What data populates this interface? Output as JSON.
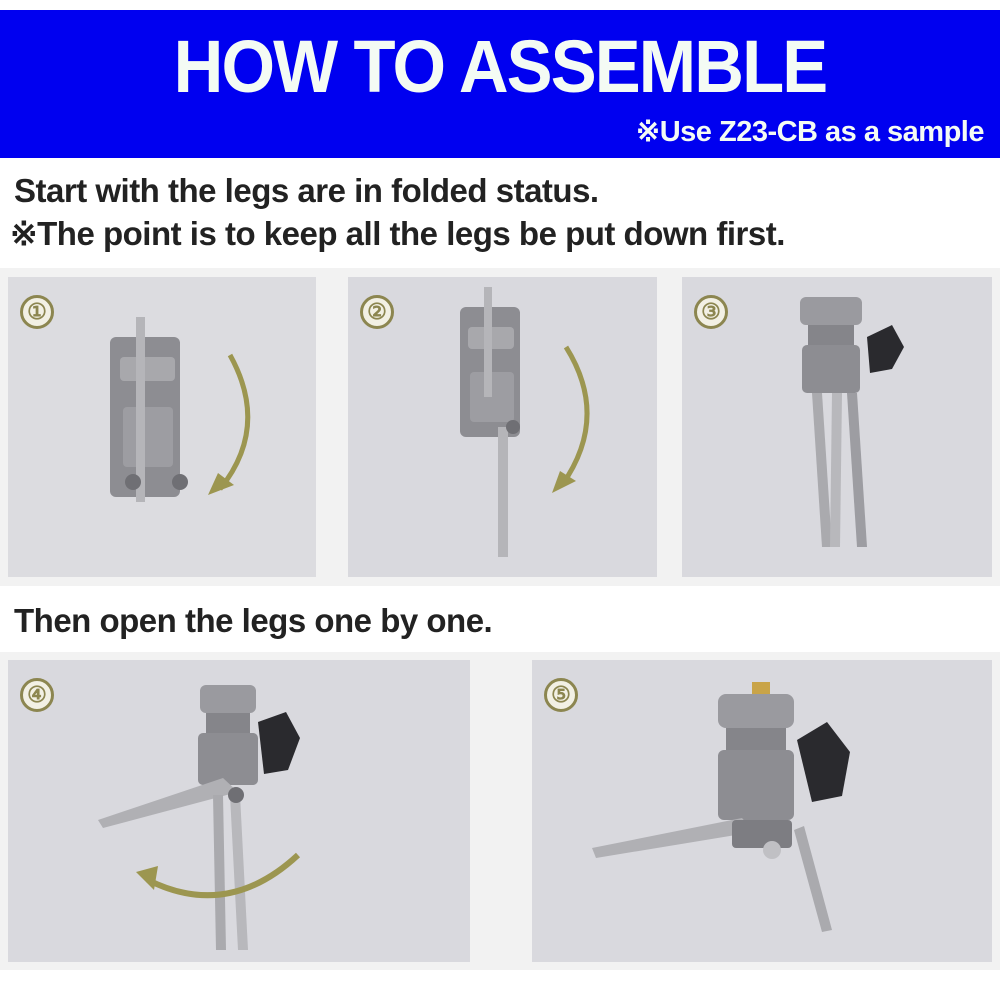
{
  "header": {
    "title": "HOW TO ASSEMBLE",
    "subtitle": "※Use Z23-CB as a sample"
  },
  "instructions": {
    "line1": "Start with the legs are in folded status.",
    "line2": "※The point is to keep all the legs be put down first.",
    "line3": "Then open the legs one by one."
  },
  "steps": [
    {
      "number": "①"
    },
    {
      "number": "②"
    },
    {
      "number": "③"
    },
    {
      "number": "④"
    },
    {
      "number": "⑤"
    }
  ],
  "colors": {
    "banner": "#0000f0",
    "arrow": "#9c9650",
    "metal": "#8a8a90"
  }
}
